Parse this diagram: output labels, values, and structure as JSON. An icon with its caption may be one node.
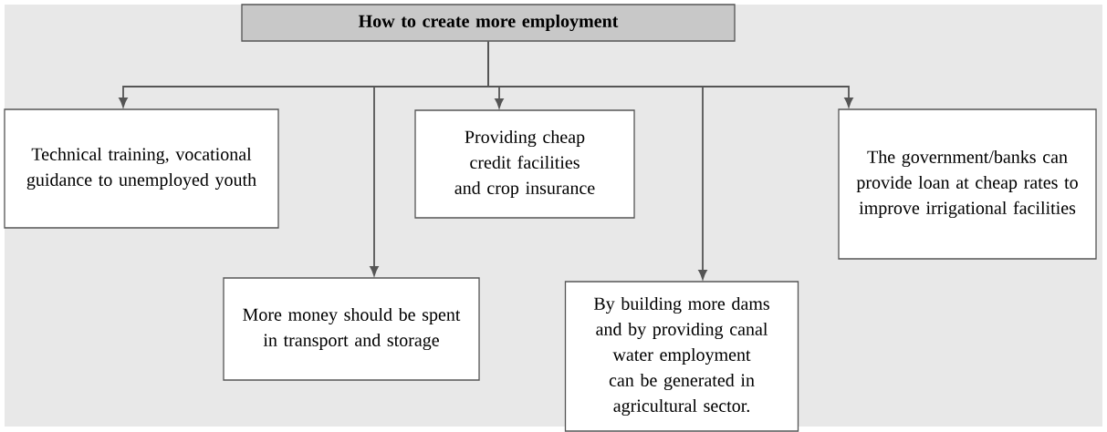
{
  "diagram": {
    "nodes": [
      {
        "text": [
          "How to create more employment"
        ]
      },
      {
        "text": [
          "Technical training, vocational guidance to unemployed youth"
        ]
      },
      {
        "text": [
          "More money should be spent in transport and storage"
        ]
      },
      {
        "text": [
          "Providing cheap credit facilities and crop insurance"
        ]
      },
      {
        "text": [
          "By building more dams and by providing canal water employment can be generated in agricultural sector."
        ]
      },
      {
        "text": [
          "The government/banks can provide loan at cheap rates to improve irrigational facilities"
        ]
      }
    ],
    "edges": [
      {
        "from": 0,
        "to": 1,
        "arrow": "to"
      },
      {
        "from": 0,
        "to": 2,
        "arrow": "to"
      },
      {
        "from": 0,
        "to": 3,
        "arrow": "to"
      },
      {
        "from": 0,
        "to": 4,
        "arrow": "to"
      },
      {
        "from": 0,
        "to": 5,
        "arrow": "to"
      }
    ]
  }
}
